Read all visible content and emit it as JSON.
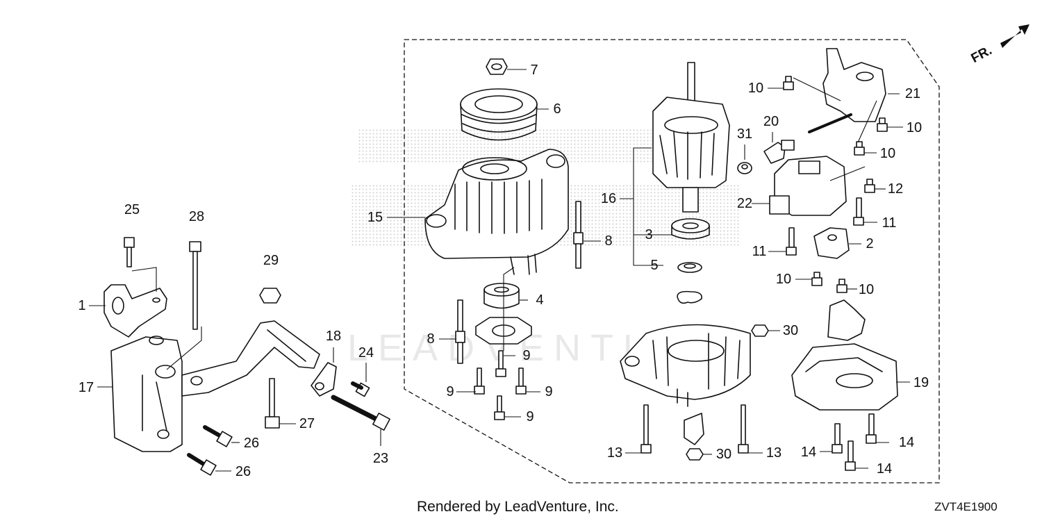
{
  "labels": {
    "l1": "1",
    "l2": "2",
    "l3": "3",
    "l4": "4",
    "l5": "5",
    "l6": "6",
    "l7": "7",
    "l8a": "8",
    "l8b": "8",
    "l9a": "9",
    "l9b": "9",
    "l9c": "9",
    "l9d": "9",
    "l10a": "10",
    "l10b": "10",
    "l10c": "10",
    "l10d": "10",
    "l10e": "10",
    "l11a": "11",
    "l11b": "11",
    "l12": "12",
    "l13a": "13",
    "l13b": "13",
    "l14a": "14",
    "l14b": "14",
    "l14c": "14",
    "l15": "15",
    "l16": "16",
    "l17": "17",
    "l18": "18",
    "l19": "19",
    "l20": "20",
    "l21": "21",
    "l22": "22",
    "l23": "23",
    "l24": "24",
    "l25": "25",
    "l26a": "26",
    "l26b": "26",
    "l27": "27",
    "l28": "28",
    "l29": "29",
    "l30a": "30",
    "l30b": "30",
    "l31": "31"
  },
  "footer": {
    "credit": "Rendered by LeadVenture, Inc.",
    "code": "ZVT4E1900"
  },
  "direction": {
    "text": "FR."
  },
  "watermark": {
    "text": "LEADVENTURE"
  },
  "colors": {
    "ink": "#111111",
    "dot_screen": "#d0d0d0"
  }
}
